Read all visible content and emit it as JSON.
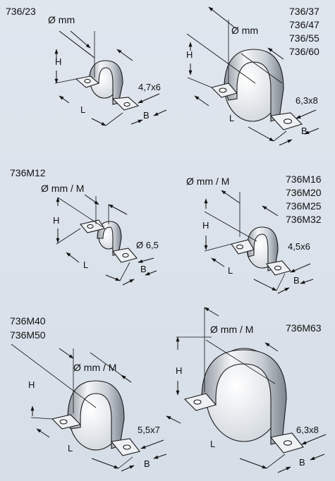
{
  "colors": {
    "background": "#dde4ec",
    "line": "#1a1a1a",
    "metal_light": "#f4f6f8",
    "metal_mid": "#c9cfd6",
    "metal_dark": "#8d959e"
  },
  "panels": [
    {
      "codes": [
        "736/23"
      ],
      "diameter": "Ø mm",
      "h": "H",
      "l": "L",
      "b": "B",
      "hole": "4,7x6"
    },
    {
      "codes": [
        "736/37",
        "736/47",
        "736/55",
        "736/60"
      ],
      "diameter": "Ø mm",
      "h": "H",
      "l": "L",
      "b": "B",
      "hole": "6,3x8"
    },
    {
      "codes": [
        "736M12"
      ],
      "diameter": "Ø mm / M",
      "h": "H",
      "l": "L",
      "b": "B",
      "hole": "Ø 6,5"
    },
    {
      "codes": [
        "736M16",
        "736M20",
        "736M25",
        "736M32"
      ],
      "diameter": "Ø mm / M",
      "h": "H",
      "l": "L",
      "b": "B",
      "hole": "4,5x6"
    },
    {
      "codes": [
        "736M40",
        "736M50"
      ],
      "diameter": "Ø mm / M",
      "h": "H",
      "l": "L",
      "b": "B",
      "hole": "5,5x7"
    },
    {
      "codes": [
        "736M63"
      ],
      "diameter": "Ø mm / M",
      "h": "H",
      "l": "L",
      "b": "B",
      "hole": "6,3x8"
    }
  ]
}
